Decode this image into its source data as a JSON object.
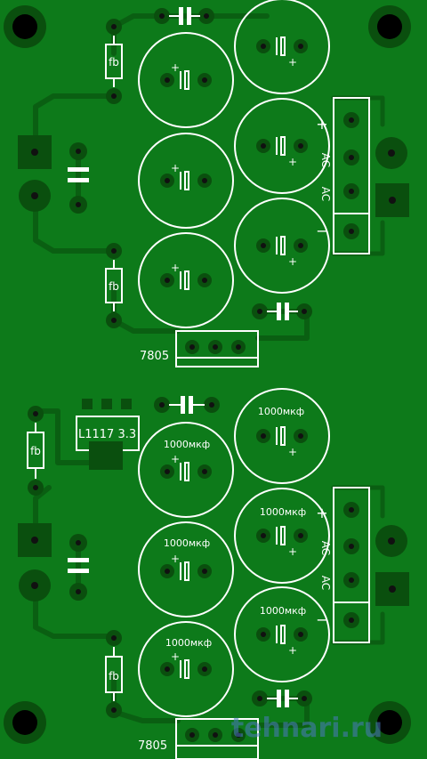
{
  "top": {
    "ferrite_labels": [
      "fb",
      "fb"
    ],
    "regulator": "7805",
    "connector_marks": {
      "plus": "+",
      "ac1": "AC",
      "ac2": "AC",
      "minus": "−"
    }
  },
  "bottom": {
    "ferrite_labels": [
      "fb",
      "fb"
    ],
    "ldo": "L1117 3.3",
    "regulator": "7805",
    "cap_value": "1000мкф",
    "connector_marks": {
      "plus": "+",
      "ac1": "AC",
      "ac2": "AC",
      "minus": "−"
    }
  },
  "watermark": "tehnari.ru",
  "colors": {
    "board": "#0d7a1a",
    "trace": "#0a5f12",
    "silkscreen": "#ffffff",
    "pad": "#0a4f0e"
  }
}
